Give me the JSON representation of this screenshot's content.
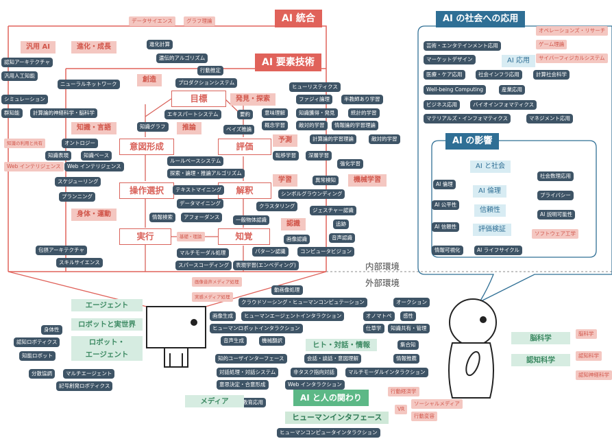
{
  "sections": {
    "ai_integration": "AI 統合",
    "ai_elements": "AI 要素技術",
    "ai_social": "AI の社会への応用",
    "ai_impact": "AI の影響",
    "ai_human": "AI と人の関わり",
    "internal_env": "内部環境",
    "external_env": "外部環境"
  },
  "flow": {
    "goal": "目標",
    "intent": "意図形成",
    "evaluation": "評価",
    "operation": "操作選択",
    "interpretation": "解釈",
    "execution": "実行",
    "perception": "知覚"
  },
  "pink_heads": {
    "general_ai": "汎用 AI",
    "evolution": "進化・成長",
    "creation": "創造",
    "discovery": "発見・探索",
    "knowledge_lang": "知識・言語",
    "reasoning": "推論",
    "prediction": "予測",
    "learning": "学習",
    "ml": "機械学習",
    "body_motion": "身体・運動",
    "recognition": "認識"
  },
  "pink_small": {
    "data_science": "データサイエンス",
    "graph_theory": "グラフ理論",
    "knowledge_use": "知識の利用と共有",
    "web_intel": "Web インテリジェンス",
    "basic_ctrl": "基礎・理論",
    "image_media": "画像音声メディア処理",
    "real_media": "実感メディア処理",
    "ops": "オペレーションズ・リサーチ",
    "game": "ゲーム理論",
    "cps": "サイバーフィジカルシステム",
    "software": "ソフトウェア工学",
    "brain": "脳科学",
    "cog": "認知科学",
    "cogneuro": "認知神経科学",
    "econ": "行動経済学",
    "social": "ソーシャルメディア",
    "behavior": "行動変容",
    "vr": "VR"
  },
  "tags": {
    "evo_compute": "進化計算",
    "genetic": "遺伝的アルゴリズム",
    "cog_arch": "認知アーキテクチャ",
    "agi": "汎用人工知能",
    "behavior_est": "行動推定",
    "nn": "ニューラルネットワーク",
    "prod_sys": "プロダクションシステム",
    "heuristics": "ヒューリスティクス",
    "sim": "シミュレーション",
    "fuzzy": "ファジィ論理",
    "semi_sup": "半教師あり学習",
    "swarm": "群知能",
    "comp_neuro": "計算論的神経科学・脳科学",
    "expert": "エキスパートシステム",
    "mcmc": "要約",
    "semantic": "意味理解",
    "k_acq": "知識獲得・発見",
    "stat_learn": "統計的学習",
    "kgraph": "知識グラフ",
    "bayes": "ベイズ推論",
    "concept": "概念学習",
    "adv_learn": "敵対的学習",
    "info_theory": "情報論的学習理論",
    "ontology": "オントロジー",
    "comp_learn": "計算論的学習理論",
    "adv_learn2": "敵対的学習",
    "k_repr": "知識表現",
    "kbase": "知識ベース",
    "transfer": "転移学習",
    "deep": "深層学習",
    "web_intel2": "Web インテリジェンス",
    "rule": "ルールベースシステム",
    "rl": "強化学習",
    "search": "探索・論理・推論アルゴリズム",
    "scheduling": "スケジューリング",
    "anomaly": "異常検知",
    "textmine": "テキストマイニング",
    "symbol": "シンボルグラウンディング",
    "planning": "プランニング",
    "datamine": "データマイニング",
    "cluster": "クラスタリング",
    "gesture": "ジェスチャー認識",
    "info_search": "情報検索",
    "affordance": "アフォーダンス",
    "obj_recog": "一般物体認識",
    "tracking": "追跡",
    "image_recog": "画像認識",
    "package": "包摂アーキテクチャ",
    "speech": "音声認識",
    "skill": "スキルサイエンス",
    "multimodal": "マルチモーダル処理",
    "pattern": "パターン認識",
    "cv": "コンピュータビジョン",
    "sparse": "スパースコーディング",
    "repr_learn": "表現学習(エンベディング)",
    "video": "動画像処理",
    "crowd": "クラウドソーシング・ヒューマンコンピュテーション",
    "auction": "オークション",
    "img_gen": "画像生成",
    "hai": "ヒューマンエージェントインタラクション",
    "onomato": "オノマトペ",
    "kansei": "感性",
    "hri": "ヒューマンロボットインタラクション",
    "sigaku": "仕草学",
    "k_share": "知識共有・管理",
    "body": "身体性",
    "voice_gen": "音声生成",
    "mt": "機械翻訳",
    "cog_robot": "認知ロボティクス",
    "crowd_know": "集合知",
    "know_robot": "知能ロボット",
    "iui": "知的ユーザインターフェース",
    "conv": "会話・談話・意図理解",
    "rec": "情報推薦",
    "dist_ctrl": "分散協調",
    "multiagent": "マルチエージェント",
    "dialog": "対話処理・対話システム",
    "nontask": "非タスク指向対話",
    "mmi": "マルチモーダルインタラクション",
    "cloud_robot": "記号創発ロボティクス",
    "consensus": "意思決定・合意形成",
    "web_inter": "Web インタラクション",
    "edu": "教育応用",
    "hci": "ヒューマンコンピュータインタラクション"
  },
  "green_heads": {
    "agent": "エージェント",
    "robot_real": "ロボットと実世界",
    "robot_agent": "ロボット・\nエージェント",
    "human_dialog": "ヒト・対話・情報",
    "media": "メディア",
    "human_if": "ヒューマンインタフェース",
    "brain_sci": "脳科学",
    "cog_sci": "認知科学"
  },
  "social_tags": [
    "芸術・エンタテインメント応用",
    "マーケットデザイン",
    "医療・ケア応用",
    "社会インフラ応用",
    "計算社会科学",
    "Well-being Computing",
    "産業応用",
    "ビジネス応用",
    "バイオインフォマティクス",
    "マテリアルズ・インフォマティクス",
    "マネジメント応用"
  ],
  "ai_app": "AI 応用",
  "impact": {
    "ai_society": "AI と社会",
    "ai_ethics_box": "AI 倫理",
    "reliability": "信頼性",
    "evaluation": "評価検証",
    "ethics": "AI 倫理",
    "fairness": "AI 公平性",
    "safety": "AI 信頼性",
    "visual": "情報可視化",
    "lifecycle": "AI ライフサイクル",
    "social_impl": "社会数理応用",
    "privacy": "プライバシー",
    "explain": "AI 説明可能性"
  }
}
